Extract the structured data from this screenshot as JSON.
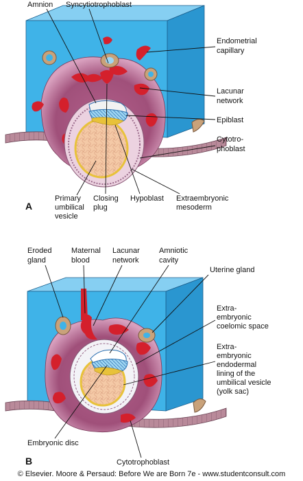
{
  "panel_a": {
    "letter": "A",
    "labels": {
      "amnion": "Amnion",
      "syncytiotrophoblast": "Syncytiotrophoblast",
      "endometrial_capillary": [
        "Endometrial",
        "capillary"
      ],
      "lacunar_network": [
        "Lacunar",
        "network"
      ],
      "epiblast": "Epiblast",
      "cytotrophoblast": [
        "Cytotro-",
        "phoblast"
      ],
      "primary_umbilical_vesicle": [
        "Primary",
        "umbilical",
        "vesicle"
      ],
      "closing_plug": [
        "Closing",
        "plug"
      ],
      "hypoblast": "Hypoblast",
      "extraembryonic_mesoderm": [
        "Extraembryonic",
        "mesoderm"
      ]
    }
  },
  "panel_b": {
    "letter": "B",
    "labels": {
      "eroded_gland": [
        "Eroded",
        "gland"
      ],
      "maternal_blood": [
        "Maternal",
        "blood"
      ],
      "lacunar_network": [
        "Lacunar",
        "network"
      ],
      "amniotic_cavity": [
        "Amniotic",
        "cavity"
      ],
      "uterine_gland": "Uterine gland",
      "extraembryonic_coelomic_space": [
        "Extra-",
        "embryonic",
        "coelomic space"
      ],
      "extraembryonic_endodermal_lining": [
        "Extra-",
        "embryonic",
        "endodermal",
        "lining of the",
        "umbilical vesicle",
        "(yolk sac)"
      ],
      "embryonic_disc": "Embryonic disc",
      "cytotrophoblast": "Cytotrophoblast"
    }
  },
  "credit": "© Elsevier. Moore & Persaud: Before We are Born 7e - www.studentconsult.com",
  "colors": {
    "endometrium_front": "#3fb3e8",
    "endometrium_top": "#86cff2",
    "endometrium_side": "#2a96d0",
    "trophoblast": "#a0507a",
    "trophoblast_halo": "#d8a0be",
    "blood": "#d4202c",
    "blastocyst": "#f4c9a6",
    "yolk_ring": "#e8c23a",
    "epithelium": "#b98a9a"
  }
}
